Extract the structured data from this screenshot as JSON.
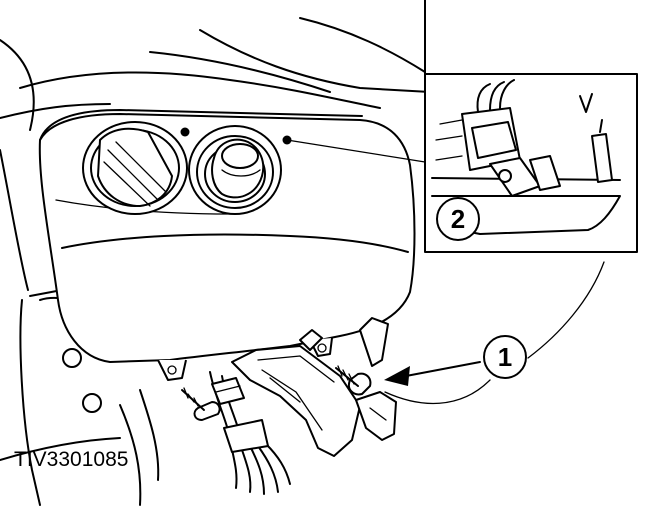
{
  "callouts": [
    {
      "id": "1",
      "label": "1"
    },
    {
      "id": "2",
      "label": "2"
    }
  ],
  "reference_code": "TIV3301085",
  "colors": {
    "line": "#000000",
    "background": "#ffffff"
  }
}
